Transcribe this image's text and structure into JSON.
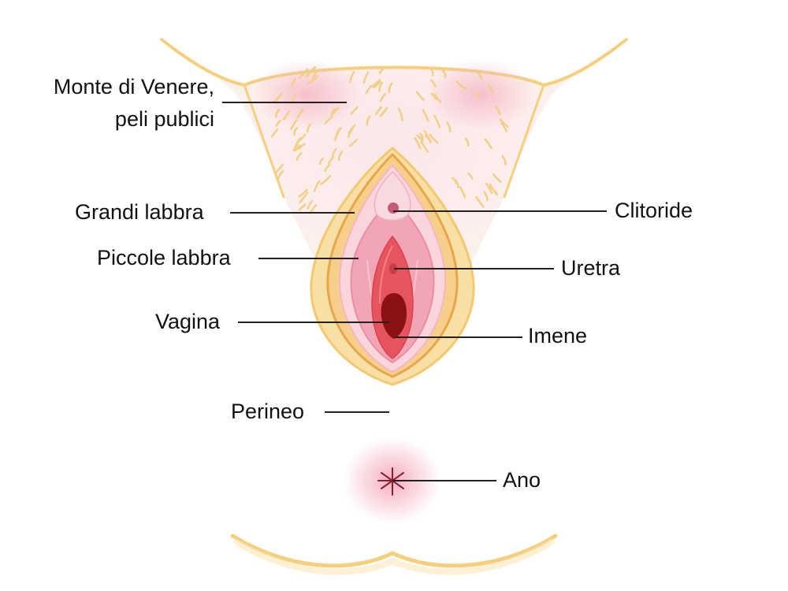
{
  "labels": {
    "mons_line1": "Monte di Venere,",
    "mons_line2": "peli publici",
    "labia_majora": "Grandi labbra",
    "labia_minora": "Piccole labbra",
    "vagina": "Vagina",
    "perineum": "Perineo",
    "clitoris": "Clitoride",
    "urethra": "Uretra",
    "hymen": "Imene",
    "anus": "Ano"
  },
  "colors": {
    "skin_outline": "#f5cf7c",
    "skin_fill": "#fdf4e2",
    "blush": "#f8c9d2",
    "hair": "#f3cf86",
    "labia_majora": "#f6d08a",
    "labia_majora_inner": "#e8a64a",
    "labia_minora": "#f2a6b5",
    "labia_minora_edge": "#fbd5dc",
    "vestibule": "#e6545e",
    "vaginal_opening": "#8a1212",
    "clitoris": "#c75a7c",
    "leader_line": "#222222",
    "text": "#111111"
  }
}
